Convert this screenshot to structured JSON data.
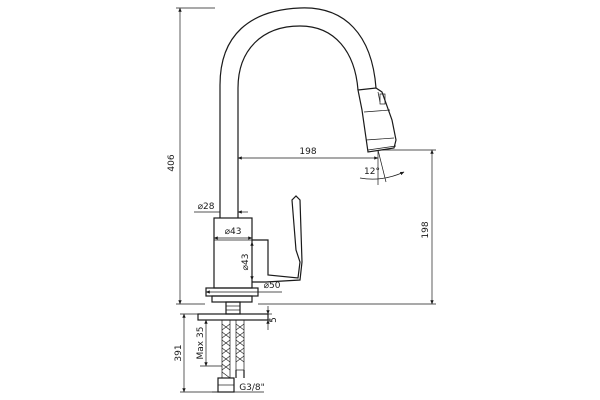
{
  "dimensions": {
    "overall_height": "406",
    "spout_reach": "198",
    "spout_angle": "12°",
    "outlet_height": "198",
    "spout_diameter": "⌀28",
    "body_diameter_top": "⌀43",
    "body_diameter_side": "⌀43",
    "base_diameter": "⌀50",
    "base_thickness": "5",
    "hose_length": "391",
    "max_deck": "Max 35",
    "hose_thread": "G3/8\""
  }
}
